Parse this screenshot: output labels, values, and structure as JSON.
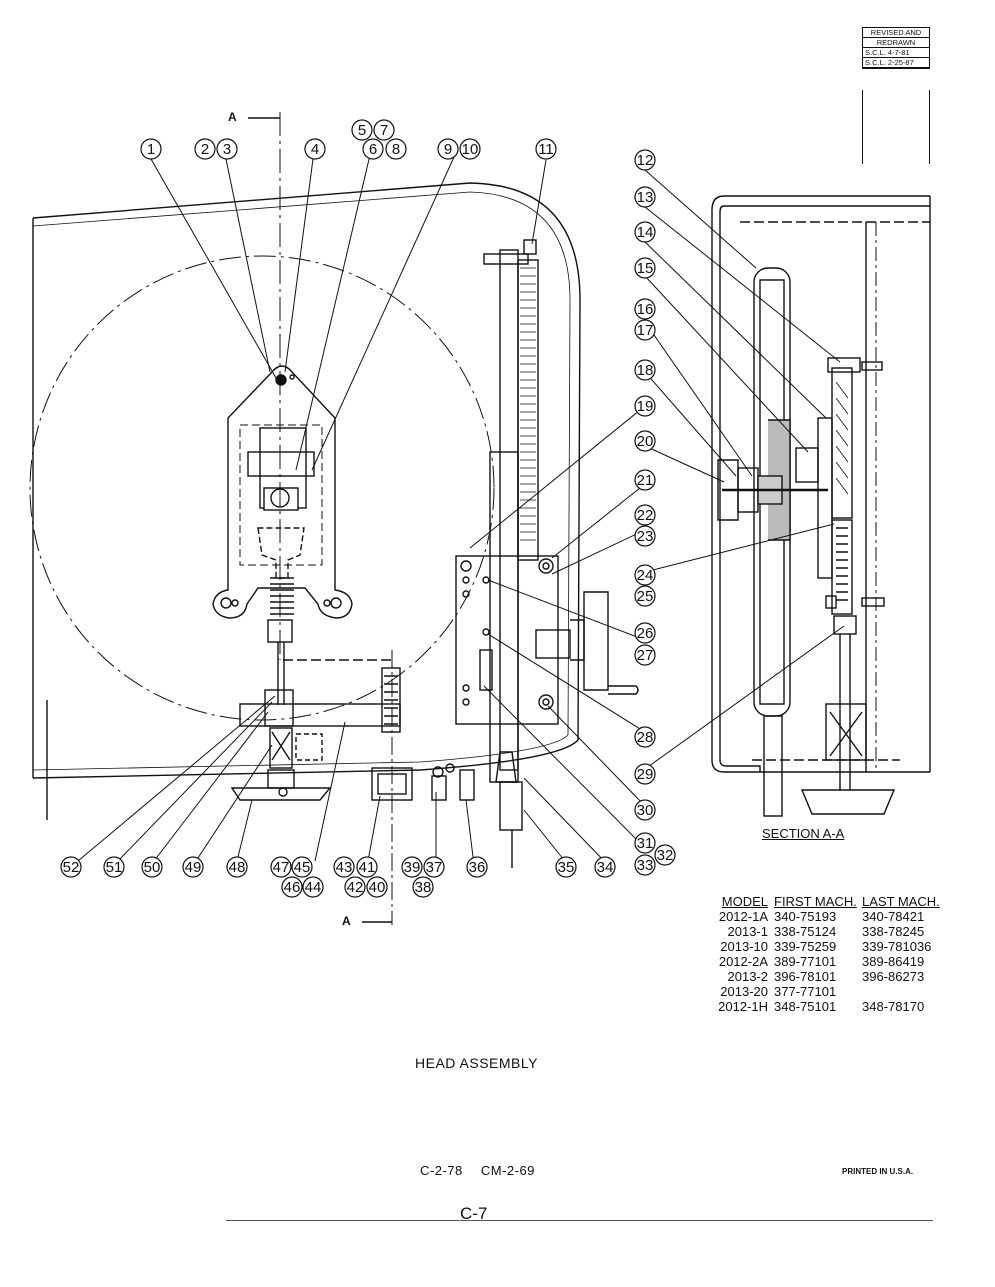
{
  "revision": {
    "title_line1": "REVISED AND",
    "title_line2": "REDRAWN",
    "entries": [
      "S.C.L. 4-7-81",
      "S.C.L. 2-25-87"
    ]
  },
  "callouts": [
    "1",
    "2",
    "3",
    "4",
    "5",
    "6",
    "7",
    "8",
    "9",
    "10",
    "11",
    "12",
    "13",
    "14",
    "15",
    "16",
    "17",
    "18",
    "19",
    "20",
    "21",
    "22",
    "23",
    "24",
    "25",
    "26",
    "27",
    "28",
    "29",
    "30",
    "31",
    "32",
    "33",
    "34",
    "35",
    "36",
    "37",
    "38",
    "39",
    "40",
    "41",
    "42",
    "43",
    "44",
    "45",
    "46",
    "47",
    "48",
    "49",
    "50",
    "51",
    "52"
  ],
  "section_marker": "A",
  "section_label": "SECTION A-A",
  "model_table": {
    "headers": [
      "MODEL",
      "FIRST MACH.",
      "LAST MACH."
    ],
    "rows": [
      [
        "2012-1A",
        "340-75193",
        "340-78421"
      ],
      [
        "2013-1",
        "338-75124",
        "338-78245"
      ],
      [
        "2013-10",
        "339-75259",
        "339-781036"
      ],
      [
        "2012-2A",
        "389-77101",
        "389-86419"
      ],
      [
        "2013-2",
        "396-78101",
        "396-86273"
      ],
      [
        "2013-20",
        "377-77101",
        ""
      ],
      [
        "2012-1H",
        "348-75101",
        "348-78170"
      ]
    ]
  },
  "drawing_title": "HEAD ASSEMBLY",
  "footer": {
    "codes": "C-2-78 CM-2-69",
    "printed": "PRINTED IN U.S.A.",
    "page": "C-7"
  }
}
